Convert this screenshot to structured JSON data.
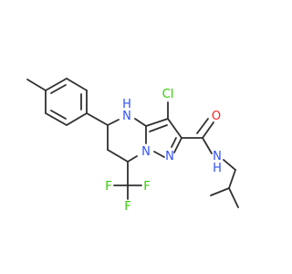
{
  "molecule": {
    "atoms": {
      "cl": {
        "text": "Cl",
        "color": "#33cc00"
      },
      "nh_ring": {
        "text": "NH",
        "h_text": "H",
        "color": "#3050f8"
      },
      "n_bridge": {
        "text": "N",
        "color": "#3050f8"
      },
      "n_pyrazole": {
        "text": "N",
        "color": "#3050f8"
      },
      "o": {
        "text": "O",
        "color": "#ff2020"
      },
      "n_amide": {
        "text": "N",
        "h_text": "H",
        "color": "#3050f8"
      },
      "f_left": {
        "text": "F",
        "color": "#33cc00"
      },
      "f_right": {
        "text": "F",
        "color": "#33cc00"
      },
      "f_bottom": {
        "text": "F",
        "color": "#33cc00"
      }
    },
    "bond_color": "#303030"
  }
}
